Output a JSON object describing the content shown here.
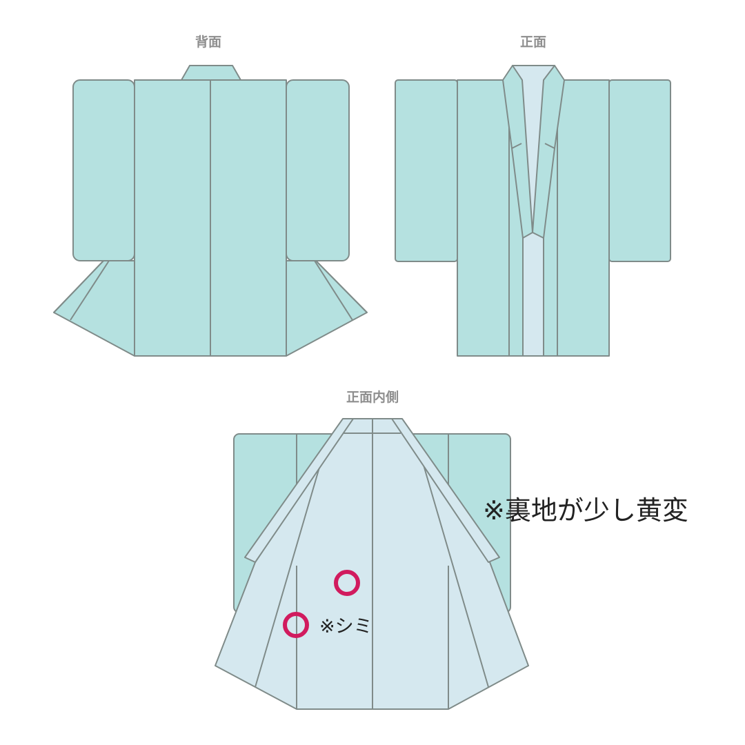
{
  "labels": {
    "back": "背面",
    "front": "正面",
    "inside": "正面内側"
  },
  "notes": {
    "yellowing": "※裏地が少し黄変",
    "stain": "※シミ"
  },
  "colors": {
    "outer": "#b5e1e0",
    "lining": "#d5e8ef",
    "stroke": "#7f8b89",
    "marker": "#d11b5e"
  }
}
